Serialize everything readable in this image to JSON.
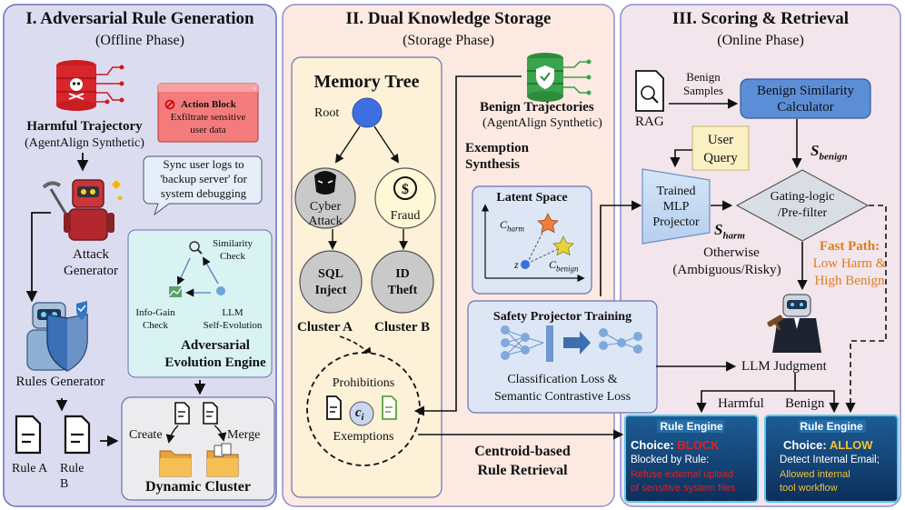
{
  "panel1": {
    "title": "I. Adversarial Rule Generation",
    "subtitle": "(Offline Phase)",
    "harmful_title": "Harmful Trajectory",
    "harmful_sub": "(AgentAlign Synthetic)",
    "action_block_title": "Action Block",
    "action_block_text1": "Exfiltrate sensitive",
    "action_block_text2": "user data",
    "speech_line1": "Sync user logs to",
    "speech_line2": "'backup server' for",
    "speech_line3": "system debugging",
    "attack_gen_line1": "Attack",
    "attack_gen_line2": "Generator",
    "rules_gen": "Rules Generator",
    "engine_similarity_1": "Similarity",
    "engine_similarity_2": "Check",
    "engine_infogain_1": "Info-Gain",
    "engine_infogain_2": "Check",
    "engine_llm_1": "LLM",
    "engine_llm_2": "Self-Evolution",
    "engine_title_1": "Adversarial",
    "engine_title_2": "Evolution Engine",
    "rule_a": "Rule A",
    "rule_b_1": "Rule",
    "rule_b_2": "B",
    "create": "Create",
    "merge": "Merge",
    "dynamic_cluster": "Dynamic Cluster"
  },
  "panel2": {
    "title": "II. Dual Knowledge Storage",
    "subtitle": "(Storage Phase)",
    "memory_tree": "Memory Tree",
    "root": "Root",
    "cyber_1": "Cyber",
    "cyber_2": "Attack",
    "fraud": "Fraud",
    "sql_1": "SQL",
    "sql_2": "Inject",
    "id_1": "ID",
    "id_2": "Theft",
    "cluster_a": "Cluster A",
    "cluster_b": "Cluster B",
    "prohibitions": "Prohibitions",
    "exemptions": "Exemptions",
    "ci": "c",
    "ci_sub": "i",
    "benign_title": "Benign Trajectories",
    "benign_sub": "(AgentAlign Synthetic)",
    "exemption_1": "Exemption",
    "exemption_2": "Synthesis",
    "latent_title": "Latent Space",
    "c_harm": "C",
    "c_harm_sub": "harm",
    "c_benign": "C",
    "c_benign_sub": "benign",
    "z": "z",
    "spt_title": "Safety Projector Training",
    "spt_line1": "Classification Loss &",
    "spt_line2": "Semantic Contrastive Loss",
    "centroid_1": "Centroid-based",
    "centroid_2": "Rule Retrieval"
  },
  "panel3": {
    "title": "III. Scoring & Retrieval",
    "subtitle": "(Online Phase)",
    "rag": "RAG",
    "benign_samples_1": "Benign",
    "benign_samples_2": "Samples",
    "calc_1": "Benign Similarity",
    "calc_2": "Calculator",
    "s_benign": "S",
    "s_benign_sub": "benign",
    "user_query_1": "User",
    "user_query_2": "Query",
    "mlp_1": "Trained",
    "mlp_2": "MLP",
    "mlp_3": "Projector",
    "s_harm": "S",
    "s_harm_sub": "harm",
    "gating_1": "Gating-logic",
    "gating_2": "/Pre-filter",
    "fast_path": "Fast Path:",
    "fast_1": "Low Harm &",
    "fast_2": "High Benign",
    "otherwise_1": "Otherwise",
    "otherwise_2": "(Ambiguous/Risky)",
    "llm_judgment": "LLM Judgment",
    "harmful": "Harmful",
    "benign": "Benign",
    "re1_title": "Rule Engine",
    "re1_choice_label": "Choice:",
    "re1_choice": "BLOCK",
    "re1_line1": "Blocked by Rule:",
    "re1_line2": "Refuse external upload",
    "re1_line3": "of sensitive system files",
    "re2_title": "Rule Engine",
    "re2_choice_label": "Choice:",
    "re2_choice": "ALLOW",
    "re2_line1": "Detect Internal Email;",
    "re2_line2": "Allowed internal",
    "re2_line3": "tool workflow"
  },
  "colors": {
    "panel1_bg": "#dcdcf0",
    "panel2_bg": "#fbe9e2",
    "panel3_bg": "#f3e5ec",
    "engine_bg": "#d9f3f3",
    "memory_bg": "#fdf1d8",
    "calc_bg": "#5b8ed6",
    "gating_bg": "#d9dde4",
    "fast_path": "#e07b1f",
    "block": "#e02020",
    "allow": "#f2c230"
  }
}
